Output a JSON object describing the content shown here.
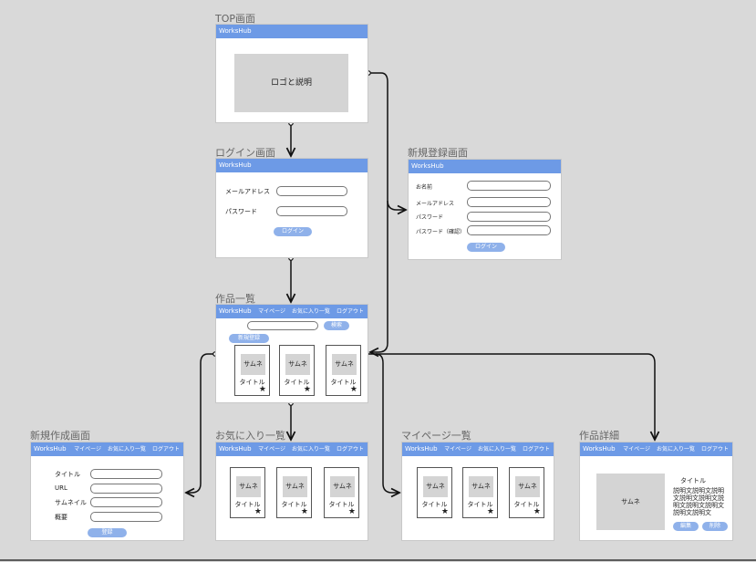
{
  "brand": "WorksHub",
  "nav": [
    "マイページ",
    "お気に入り一覧",
    "ログアウト"
  ],
  "screens": {
    "top": {
      "label": "TOP画面",
      "box": "ロゴと説明"
    },
    "login": {
      "label": "ログイン画面",
      "email": "メールアドレス",
      "password": "パスワード",
      "button": "ログイン"
    },
    "signup": {
      "label": "新規登録画面",
      "name": "お名前",
      "email": "メールアドレス",
      "password": "パスワード",
      "password_confirm": "パスワード（確認）",
      "button": "ログイン"
    },
    "list": {
      "label": "作品一覧",
      "search_button": "検索",
      "new_button": "新規登録"
    },
    "create": {
      "label": "新規作成画面",
      "fields": [
        "タイトル",
        "URL",
        "サムネイル",
        "概要"
      ],
      "button": "登録"
    },
    "favorites": {
      "label": "お気に入り一覧"
    },
    "mypage": {
      "label": "マイページ一覧"
    },
    "detail": {
      "label": "作品詳細",
      "thumb": "サムネ",
      "title": "タイトル",
      "description": "説明文説明文説明文説明文説明文説明文説明文説明文説明文説明文",
      "edit": "編集",
      "delete": "削除"
    }
  },
  "card": {
    "thumb": "サムネ",
    "title": "タイトル",
    "star": "★"
  }
}
